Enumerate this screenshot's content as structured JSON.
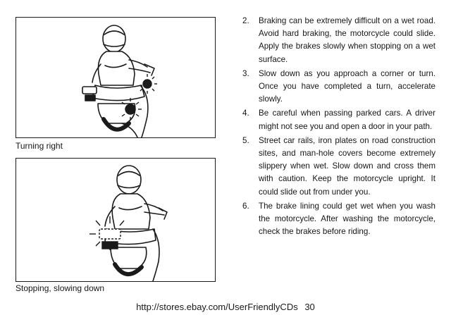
{
  "figures": [
    {
      "id": "turning-right",
      "caption": "Turning right"
    },
    {
      "id": "stopping",
      "caption": "Stopping, slowing down"
    }
  ],
  "safety_items": [
    {
      "number": "2.",
      "text": "Braking can be extremely difficult on a wet road. Avoid hard braking, the motorcycle could slide. Apply the brakes slowly when stopping on a wet surface."
    },
    {
      "number": "3.",
      "text": "Slow down as you approach a corner or turn. Once you have completed a turn, accelerate slowly."
    },
    {
      "number": "4.",
      "text": "Be careful when passing parked cars. A driver might not see you and open a door in your path."
    },
    {
      "number": "5.",
      "text": "Street car rails, iron plates on road construction sites, and man-hole covers become extremely slippery when wet. Slow down and cross them with caution. Keep the motorcycle upright. It could slide out from under you."
    },
    {
      "number": "6.",
      "text": "The brake lining could get wet when you wash the motorcycle. After washing the motorcycle, check the brakes before riding."
    }
  ],
  "footer": {
    "url_text": "http://stores.ebay.com/UserFriendlyCDs",
    "page_number": "30"
  }
}
